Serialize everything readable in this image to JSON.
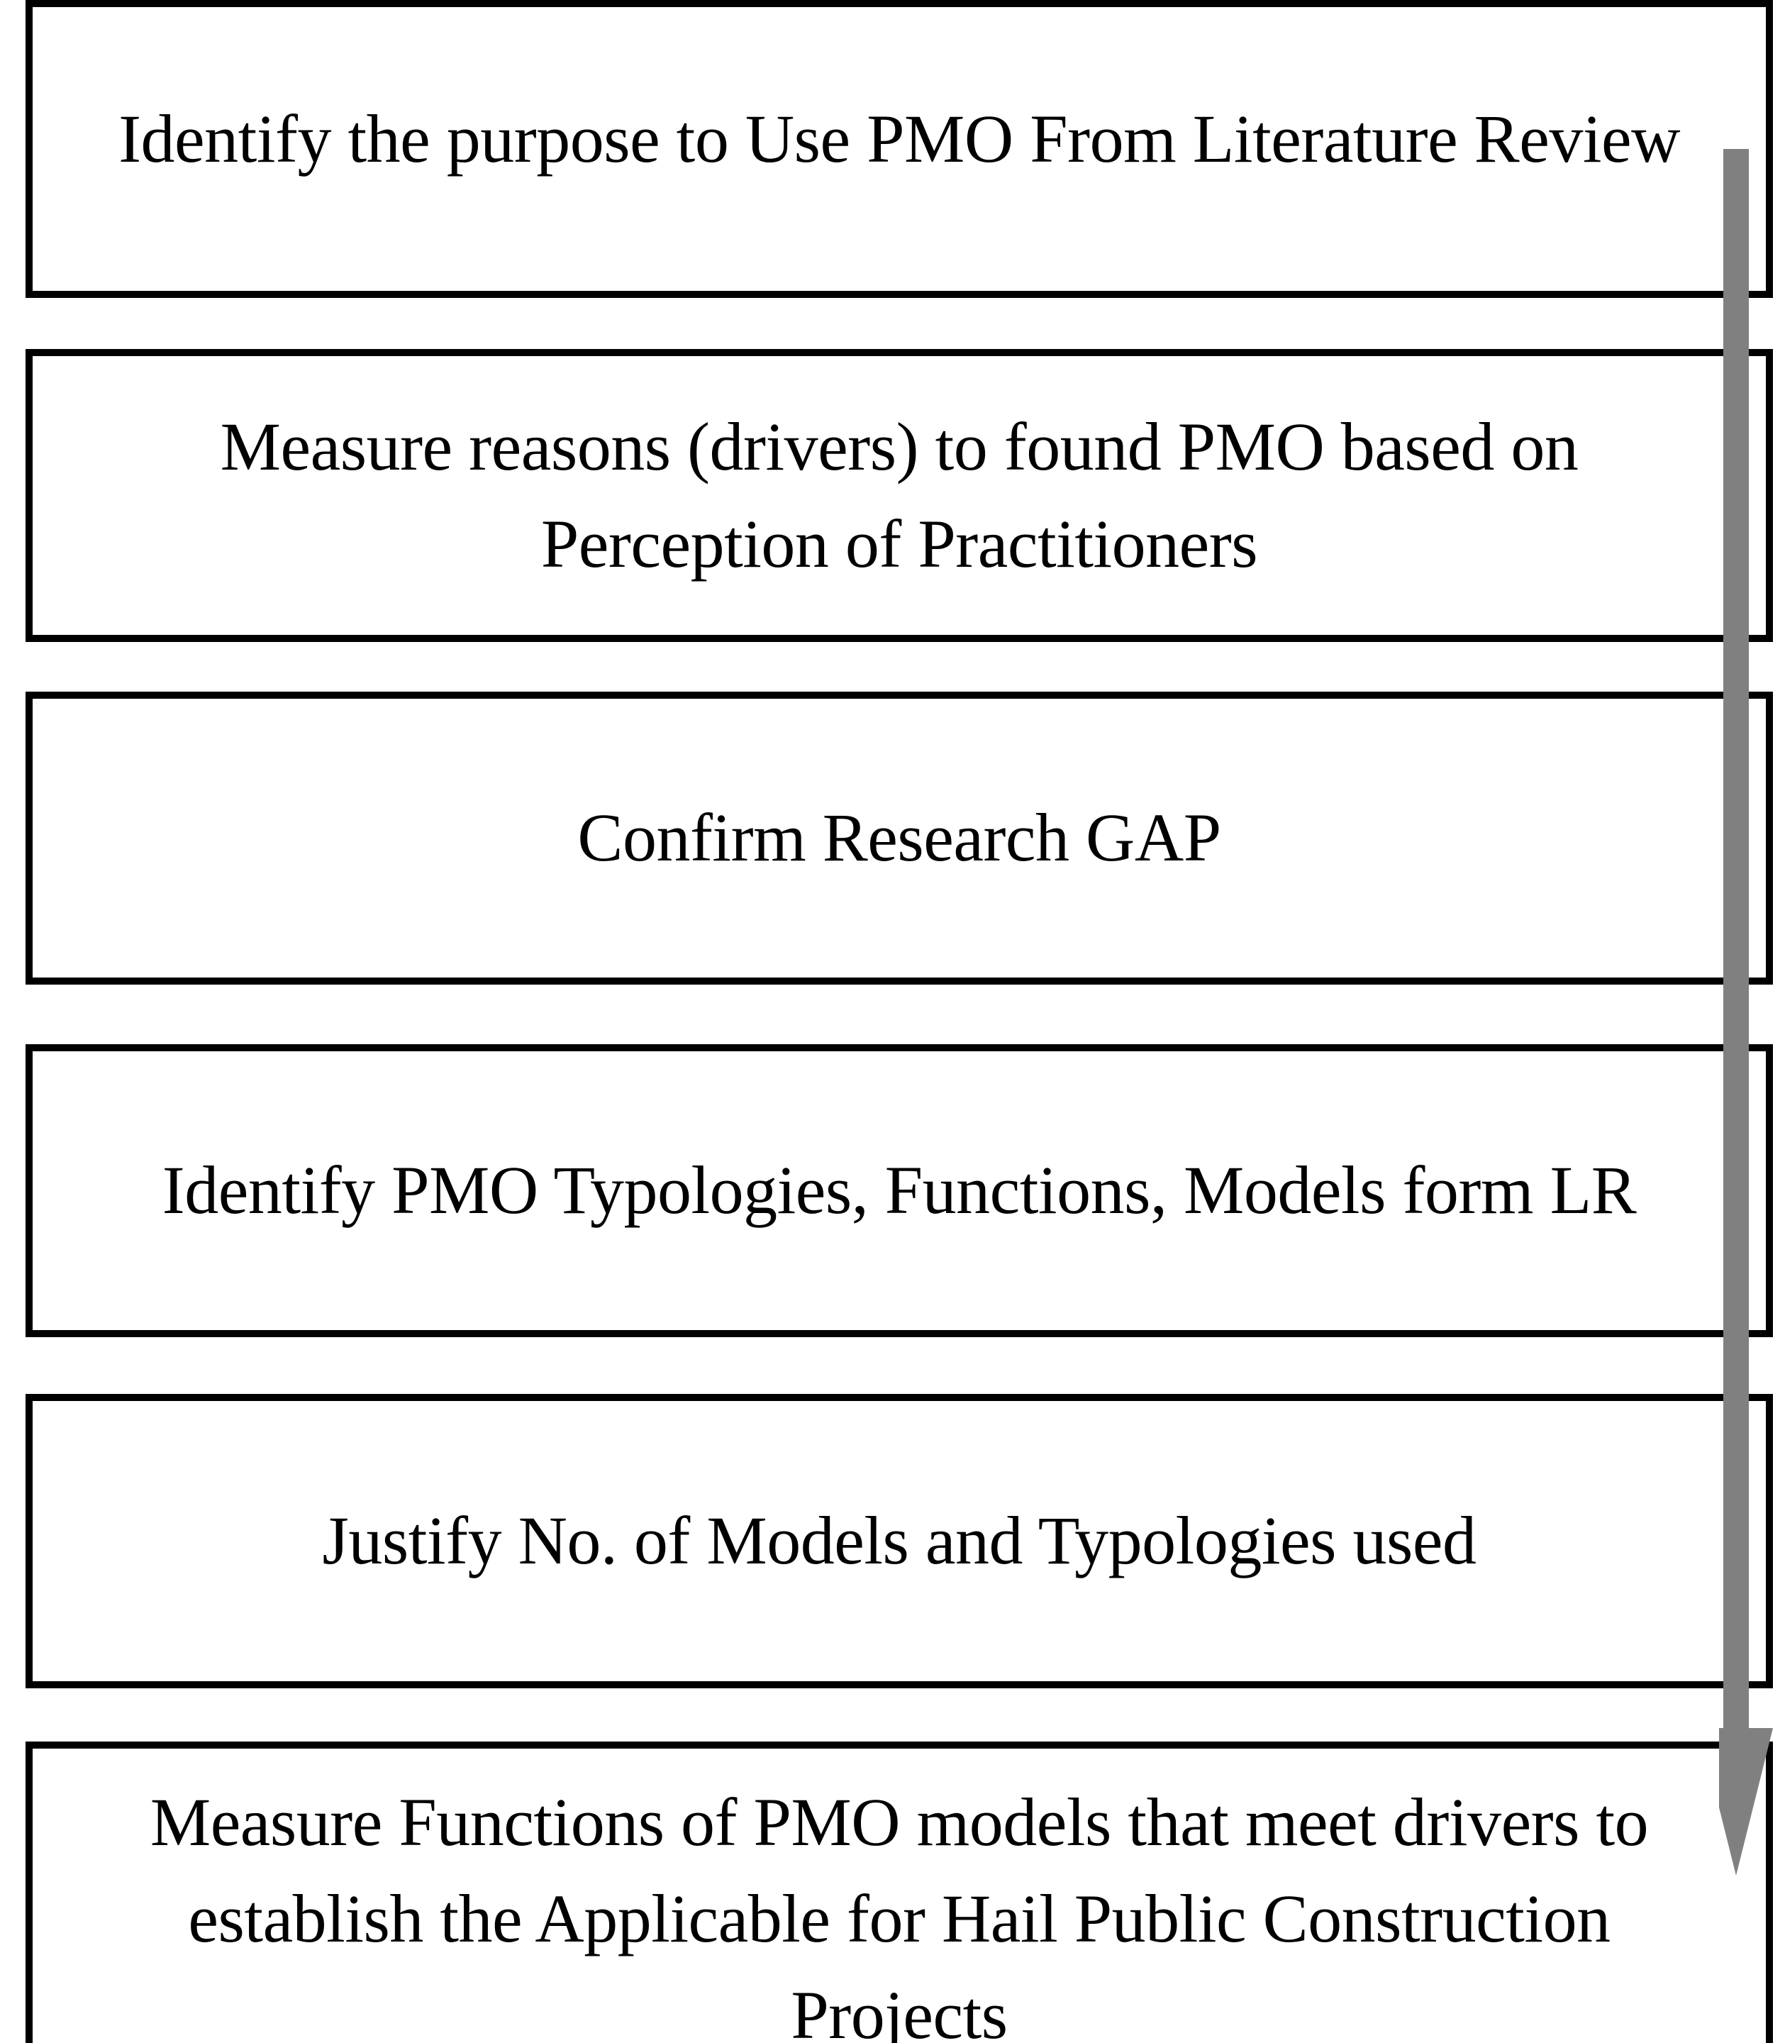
{
  "diagram": {
    "type": "vertical-flowchart",
    "title": "",
    "orientation": "top-to-bottom",
    "colors": {
      "box_border": "#000000",
      "box_fill": "#FFFFFF",
      "text": "#000000",
      "arrow": "#808080",
      "background": "#FFFFFF"
    },
    "nodes": [
      {
        "id": "step-1",
        "text": "Identify the purpose to Use PMO From Literature Review",
        "line_1": "Identify the purpose to Use PMO From Literature",
        "line_2": "Review"
      },
      {
        "id": "step-2",
        "text": "Measure reasons (drivers) to found PMO based on Perception of Practitioners",
        "line_1": "Measure reasons (drivers) to found PMO based on",
        "line_2": "Perception of Practitioners"
      },
      {
        "id": "step-3",
        "text": "Confirm Research GAP",
        "line_1": "Confirm Research GAP",
        "line_2": ""
      },
      {
        "id": "step-4",
        "text": "Identify PMO Typologies, Functions, Models form LR",
        "line_1": "Identify PMO Typologies, Functions, Models form LR",
        "line_2": ""
      },
      {
        "id": "step-5",
        "text": "Justify No. of Models and Typologies used",
        "line_1": "Justify No. of Models and Typologies used",
        "line_2": ""
      },
      {
        "id": "step-6",
        "text": "Measure Functions of PMO models that meet drivers to establish the Applicable for Hail Public Construction Projects",
        "line_1": "Measure Functions of PMO models that meet drivers to",
        "line_2": "establish the Applicable for Hail Public Construction",
        "line_3": "Projects"
      }
    ],
    "arrow": {
      "name": "downward-flow-arrow",
      "direction": "down",
      "color": "#808080"
    }
  }
}
